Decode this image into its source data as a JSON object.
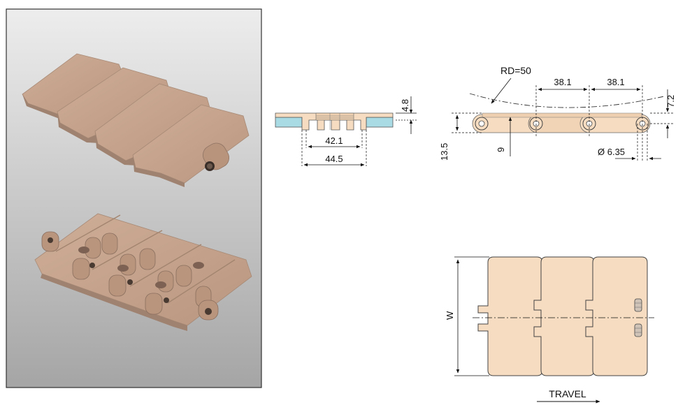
{
  "colors": {
    "plastic": "#c8a58e",
    "plastic_light": "#f6dcc0",
    "sideband": "#a9dbe4",
    "dimension_line": "#111111",
    "photo_bg_top": "#e8e8e8",
    "photo_bg_bottom": "#a7a7a7"
  },
  "photo": {
    "subject": "plastic flat-top chain links, top and bottom views"
  },
  "cross_section": {
    "dim_height": "4.8",
    "dim_inner": "42.1",
    "dim_outer": "44.5"
  },
  "side_view": {
    "radius_label": "RD=50",
    "pitch_1": "38.1",
    "pitch_2": "38.1",
    "dim_pin_offset": "7.2",
    "dim_total_height": "13.5",
    "dim_pin_height": "9",
    "dim_pin_diameter": "Ø 6.35"
  },
  "top_view": {
    "width_label": "W",
    "travel_label": "TRAVEL"
  }
}
